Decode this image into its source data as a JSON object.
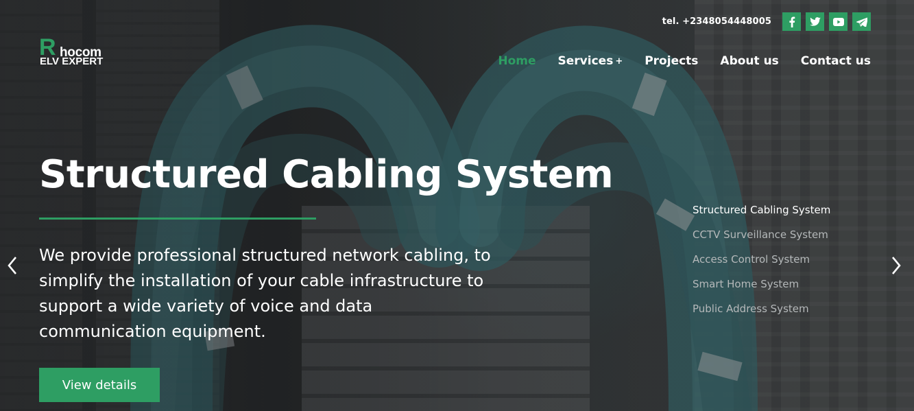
{
  "topbar": {
    "phone": "tel. +2348054448005",
    "social": [
      {
        "icon": "facebook-icon",
        "label": "f"
      },
      {
        "icon": "twitter-icon"
      },
      {
        "icon": "youtube-icon"
      },
      {
        "icon": "telegram-icon"
      }
    ]
  },
  "logo": {
    "letter": "R",
    "name": "hocom",
    "tagline": "ELV EXPERT"
  },
  "nav": {
    "items": [
      "Home",
      "Services",
      "Projects",
      "About us",
      "Contact us"
    ],
    "active": "Home",
    "services_plus": "+"
  },
  "hero": {
    "title": "Structured Cabling System",
    "description": "We provide professional structured network cabling, to simplify the installation of your cable infrastructure to support a wide variety of voice and data communication equipment.",
    "cta": "View details"
  },
  "slides": {
    "items": [
      "Structured Cabling System",
      "CCTV Surveillance System",
      "Access Control System",
      "Smart Home System",
      "Public Address System"
    ],
    "active_index": 0
  },
  "colors": {
    "accent": "#2e9e63",
    "text": "#ffffff",
    "inactive_slide": "#b5b9ba"
  }
}
